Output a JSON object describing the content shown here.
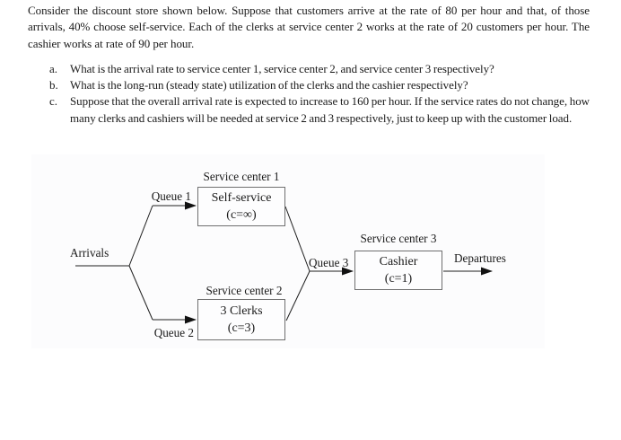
{
  "problem": {
    "intro": "Consider the discount store shown below. Suppose that customers arrive at the rate of 80 per hour and that, of those arrivals, 40% choose self-service. Each of the clerks at service center 2 works at the rate of 20 customers per hour. The cashier works at rate of 90 per hour.",
    "items": [
      {
        "marker": "a.",
        "text": "What is the arrival rate to service center 1, service center 2, and service center 3 respectively?"
      },
      {
        "marker": "b.",
        "text": "What is the long-run (steady state) utilization of the clerks and the cashier respectively?"
      },
      {
        "marker": "c.",
        "text": "Suppose that the overall arrival rate is expected to increase to 160 per hour. If the service rates do not change, how many clerks and cashiers will be needed at service 2 and 3 respectively, just to keep up with the customer load."
      }
    ]
  },
  "diagram": {
    "arrivals_label": "Arrivals",
    "departures_label": "Departures",
    "queue1_label": "Queue 1",
    "queue2_label": "Queue 2",
    "queue3_label": "Queue 3",
    "centers": [
      {
        "title": "Service center 1",
        "name": "Self-service",
        "capacity": "(c=∞)"
      },
      {
        "title": "Service center 2",
        "name": "3 Clerks",
        "capacity": "(c=3)"
      },
      {
        "title": "Service center 3",
        "name": "Cashier",
        "capacity": "(c=1)"
      }
    ],
    "colors": {
      "line": "#1f1f1f",
      "arrowhead": "#111111",
      "box_border": "#6f6f6f",
      "text": "#1a1a1a",
      "diagram_background": "#fcfcfd",
      "page_background": "#ffffff"
    }
  }
}
